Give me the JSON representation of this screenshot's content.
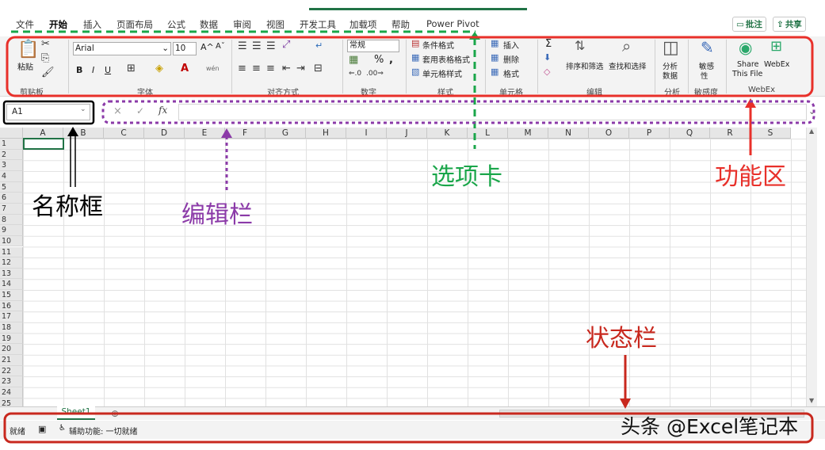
{
  "tabs": [
    "文件",
    "开始",
    "插入",
    "页面布局",
    "公式",
    "数据",
    "审阅",
    "视图",
    "开发工具",
    "加载项",
    "帮助",
    "Power Pivot"
  ],
  "actions": {
    "comment": "批注",
    "share": "共享"
  },
  "ribbon": {
    "clipboard": {
      "paste": "粘贴",
      "group": "剪贴板"
    },
    "font": {
      "name": "Arial",
      "size": "10",
      "bold": "B",
      "italic": "I",
      "underline": "U",
      "grow": "A^",
      "shrink": "Aˇ",
      "wen": "wén",
      "group": "字体"
    },
    "align": {
      "group": "对齐方式"
    },
    "number": {
      "format": "常规",
      "percent": "%",
      "comma": ",",
      "group": "数字"
    },
    "styles": {
      "conditional": "条件格式",
      "table": "套用表格格式",
      "cell": "单元格样式",
      "group": "样式"
    },
    "cells": {
      "insert": "插入",
      "delete": "删除",
      "format": "格式",
      "group": "单元格"
    },
    "editing": {
      "sigma": "Σ",
      "sort": "排序和筛选",
      "find": "查找和选择",
      "group": "编辑"
    },
    "analysis": {
      "label1": "分析",
      "label2": "数据",
      "group": "分析"
    },
    "sensitivity": {
      "label1": "敏感",
      "label2": "性",
      "group": "敏感度"
    },
    "webex": {
      "share1": "Share",
      "share2": "This File",
      "webex": "WebEx",
      "group": "WebEx"
    }
  },
  "formula_bar": {
    "name_box": "A1",
    "cancel": "×",
    "enter": "✓",
    "fx": "fx",
    "value": ""
  },
  "columns": [
    "A",
    "B",
    "C",
    "D",
    "E",
    "F",
    "G",
    "H",
    "I",
    "J",
    "K",
    "L",
    "M",
    "N",
    "O",
    "P",
    "Q",
    "R",
    "S"
  ],
  "rows": [
    "1",
    "2",
    "3",
    "4",
    "5",
    "6",
    "7",
    "8",
    "9",
    "10",
    "11",
    "12",
    "13",
    "14",
    "15",
    "16",
    "17",
    "18",
    "19",
    "20",
    "21",
    "22",
    "23",
    "24",
    "25"
  ],
  "sheet": {
    "tab": "Sheet1",
    "add": "⊕"
  },
  "status": {
    "ready": "就绪",
    "accessibility": "辅助功能: 一切就绪"
  },
  "watermark": "头条 @Excel笔记本",
  "annotations": {
    "tabs": {
      "text": "选项卡",
      "color": "#1aa64a"
    },
    "ribbon": {
      "text": "功能区",
      "color": "#e8302a"
    },
    "name_box": {
      "text": "名称框",
      "color": "#000000"
    },
    "formula_bar": {
      "text": "编辑栏",
      "color": "#8b3aa8"
    },
    "status_bar": {
      "text": "状态栏",
      "color": "#c8281e"
    }
  }
}
